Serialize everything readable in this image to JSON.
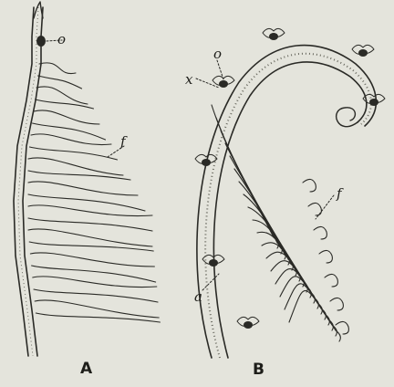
{
  "figure": {
    "panel_a": {
      "letter": "A",
      "label_o": "o",
      "label_f": "f"
    },
    "panel_b": {
      "letter": "B",
      "label_o": "o",
      "label_x": "x",
      "label_f": "f",
      "label_a": "a"
    }
  }
}
